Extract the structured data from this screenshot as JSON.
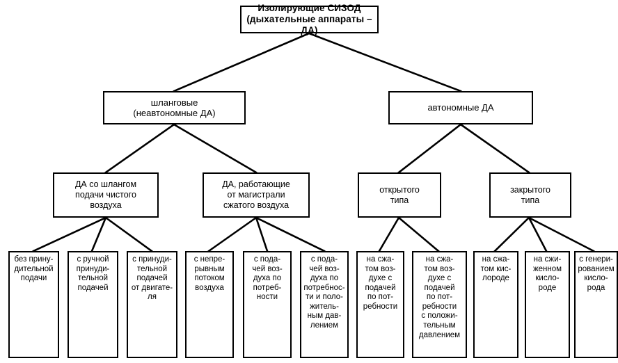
{
  "diagram": {
    "type": "tree",
    "title": "Изолирующие СИЗОД (дыхательные аппараты – ДА)",
    "colors": {
      "line": "#000000",
      "box_border": "#000000",
      "box_fill": "#ffffff",
      "text": "#000000"
    },
    "levels": [
      {
        "level": 0,
        "nodes": [
          {
            "id": "root",
            "label": "Изолирующие СИЗОД\n(дыхательные аппараты – ДА)"
          }
        ]
      },
      {
        "level": 1,
        "nodes": [
          {
            "id": "l1a",
            "label": "шланговые\n(неавтономные ДА)",
            "parent": "root"
          },
          {
            "id": "l1b",
            "label": "автономные ДА",
            "parent": "root"
          }
        ]
      },
      {
        "level": 2,
        "nodes": [
          {
            "id": "l2a",
            "label": "ДА со шлангом\nподачи чистого\nвоздуха",
            "parent": "l1a"
          },
          {
            "id": "l2b",
            "label": "ДА, работающие\nот магистрали\nсжатого воздуха",
            "parent": "l1a"
          },
          {
            "id": "l2c",
            "label": "открытого\nтипа",
            "parent": "l1b"
          },
          {
            "id": "l2d",
            "label": "закрытого\nтипа",
            "parent": "l1b"
          }
        ]
      },
      {
        "level": 3,
        "nodes": [
          {
            "id": "l3-1",
            "label": "без прину-\nдительной\nподачи",
            "parent": "l2a"
          },
          {
            "id": "l3-2",
            "label": "с ручной\nпринуди-\nтельной\nподачей",
            "parent": "l2a"
          },
          {
            "id": "l3-3",
            "label": "с принуди-\nтельной\nподачей\nот двигате-\nля",
            "parent": "l2a"
          },
          {
            "id": "l3-4",
            "label": "с непре-\nрывным\nпотоком\nвоздуха",
            "parent": "l2b"
          },
          {
            "id": "l3-5",
            "label": "с пода-\nчей воз-\nдуха по\nпотреб-\nности",
            "parent": "l2b"
          },
          {
            "id": "l3-6",
            "label": "с пода-\nчей воз-\nдуха по\nпотребнос-\nти и поло-\nжитель-\nным дав-\nлением",
            "parent": "l2b"
          },
          {
            "id": "l3-7",
            "label": "на сжа-\nтом воз-\nдухе с\nподачей\nпо пот-\nребности",
            "parent": "l2c"
          },
          {
            "id": "l3-8",
            "label": "на сжа-\nтом воз-\nдухе с\nподачей\nпо пот-\nребности\nс положи-\nтельным\nдавлением",
            "parent": "l2c"
          },
          {
            "id": "l3-9",
            "label": "на сжа-\nтом кис-\nлороде",
            "parent": "l2d"
          },
          {
            "id": "l3-10",
            "label": "на сжи-\nженном\nкисло-\nроде",
            "parent": "l2d"
          },
          {
            "id": "l3-11",
            "label": "с генери-\nрованием\nкисло-\nрода",
            "parent": "l2d"
          }
        ]
      }
    ]
  }
}
